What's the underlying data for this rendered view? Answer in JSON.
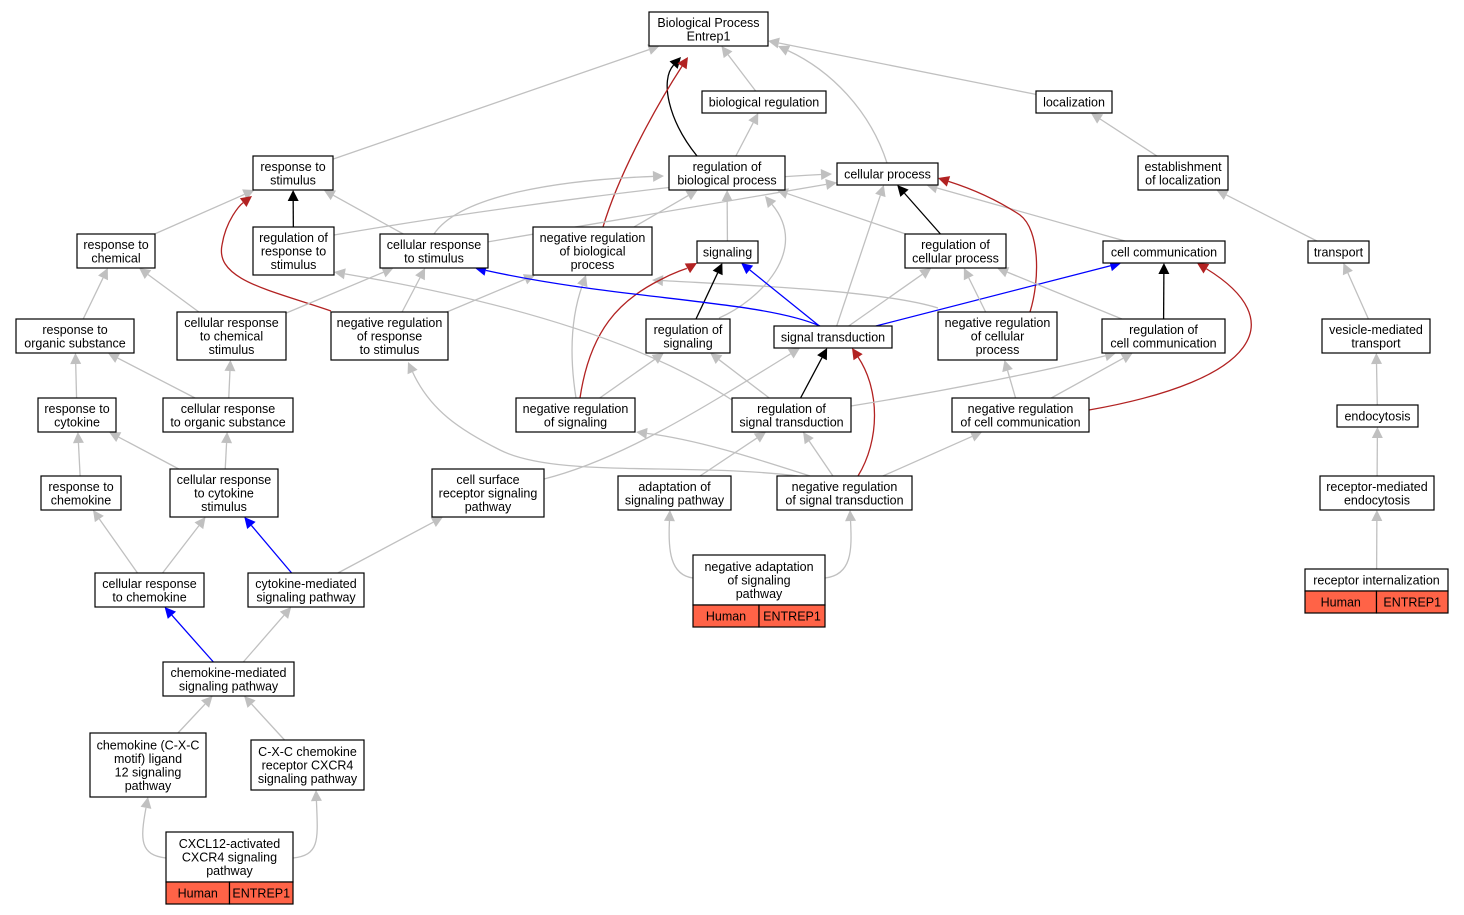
{
  "diagram": {
    "colors": {
      "part_of": "#c0c0c0",
      "is_a": "#000000",
      "negatively_regulates": "#b22222",
      "positively_regulates": "#0000ff",
      "annotation_tag": "#ff6347"
    },
    "nodes": [
      {
        "id": "bp",
        "lines": [
          "Biological Process",
          "Entrep1"
        ]
      },
      {
        "id": "bioreg",
        "lines": [
          "biological regulation"
        ]
      },
      {
        "id": "loc",
        "lines": [
          "localization"
        ]
      },
      {
        "id": "rts",
        "lines": [
          "response to",
          "stimulus"
        ]
      },
      {
        "id": "robp",
        "lines": [
          "regulation of",
          "biological process"
        ]
      },
      {
        "id": "cp",
        "lines": [
          "cellular process"
        ]
      },
      {
        "id": "estloc",
        "lines": [
          "establishment",
          "of localization"
        ]
      },
      {
        "id": "rtc",
        "lines": [
          "response to",
          "chemical"
        ]
      },
      {
        "id": "rorts",
        "lines": [
          "regulation of",
          "response to",
          "stimulus"
        ]
      },
      {
        "id": "crts",
        "lines": [
          "cellular response",
          "to stimulus"
        ]
      },
      {
        "id": "nrbp",
        "lines": [
          "negative regulation",
          "of biological",
          "process"
        ]
      },
      {
        "id": "sig",
        "lines": [
          "signaling"
        ]
      },
      {
        "id": "rocp",
        "lines": [
          "regulation of",
          "cellular process"
        ]
      },
      {
        "id": "cc",
        "lines": [
          "cell communication"
        ]
      },
      {
        "id": "transport",
        "lines": [
          "transport"
        ]
      },
      {
        "id": "rtos",
        "lines": [
          "response to",
          "organic substance"
        ]
      },
      {
        "id": "crtc",
        "lines": [
          "cellular response",
          "to chemical",
          "stimulus"
        ]
      },
      {
        "id": "nrrts",
        "lines": [
          "negative regulation",
          "of response",
          "to stimulus"
        ]
      },
      {
        "id": "ros",
        "lines": [
          "regulation of",
          "signaling"
        ]
      },
      {
        "id": "st",
        "lines": [
          "signal transduction"
        ]
      },
      {
        "id": "nrcp",
        "lines": [
          "negative regulation",
          "of cellular",
          "process"
        ]
      },
      {
        "id": "rocc",
        "lines": [
          "regulation of",
          "cell communication"
        ]
      },
      {
        "id": "vmt",
        "lines": [
          "vesicle-mediated",
          "transport"
        ]
      },
      {
        "id": "rtcyt",
        "lines": [
          "response to",
          "cytokine"
        ]
      },
      {
        "id": "crtos",
        "lines": [
          "cellular response",
          "to organic substance"
        ]
      },
      {
        "id": "nros",
        "lines": [
          "negative regulation",
          "of signaling"
        ]
      },
      {
        "id": "rost",
        "lines": [
          "regulation of",
          "signal transduction"
        ]
      },
      {
        "id": "nrcc",
        "lines": [
          "negative regulation",
          "of cell communication"
        ]
      },
      {
        "id": "endo",
        "lines": [
          "endocytosis"
        ]
      },
      {
        "id": "rtchem",
        "lines": [
          "response to",
          "chemokine"
        ]
      },
      {
        "id": "crtcs",
        "lines": [
          "cellular response",
          "to cytokine",
          "stimulus"
        ]
      },
      {
        "id": "csrsp",
        "lines": [
          "cell surface",
          "receptor signaling",
          "pathway"
        ]
      },
      {
        "id": "aosp",
        "lines": [
          "adaptation of",
          "signaling pathway"
        ]
      },
      {
        "id": "nrst",
        "lines": [
          "negative regulation",
          "of signal transduction"
        ]
      },
      {
        "id": "rme",
        "lines": [
          "receptor-mediated",
          "endocytosis"
        ]
      },
      {
        "id": "nasp",
        "lines": [
          "negative adaptation",
          "of signaling",
          "pathway"
        ],
        "tags": [
          "Human",
          "ENTREP1"
        ]
      },
      {
        "id": "ri",
        "lines": [
          "receptor internalization"
        ],
        "tags": [
          "Human",
          "ENTREP1"
        ]
      },
      {
        "id": "crtchem",
        "lines": [
          "cellular response",
          "to chemokine"
        ]
      },
      {
        "id": "cmsp",
        "lines": [
          "cytokine-mediated",
          "signaling pathway"
        ]
      },
      {
        "id": "chmsp",
        "lines": [
          "chemokine-mediated",
          "signaling pathway"
        ]
      },
      {
        "id": "cxcl",
        "lines": [
          "chemokine (C-X-C",
          "motif) ligand",
          "12 signaling",
          "pathway"
        ]
      },
      {
        "id": "cxcr4",
        "lines": [
          "C-X-C chemokine",
          "receptor CXCR4",
          "signaling pathway"
        ]
      },
      {
        "id": "cxcl12",
        "lines": [
          "CXCL12-activated",
          "CXCR4 signaling",
          "pathway"
        ],
        "tags": [
          "Human",
          "ENTREP1"
        ]
      }
    ]
  }
}
